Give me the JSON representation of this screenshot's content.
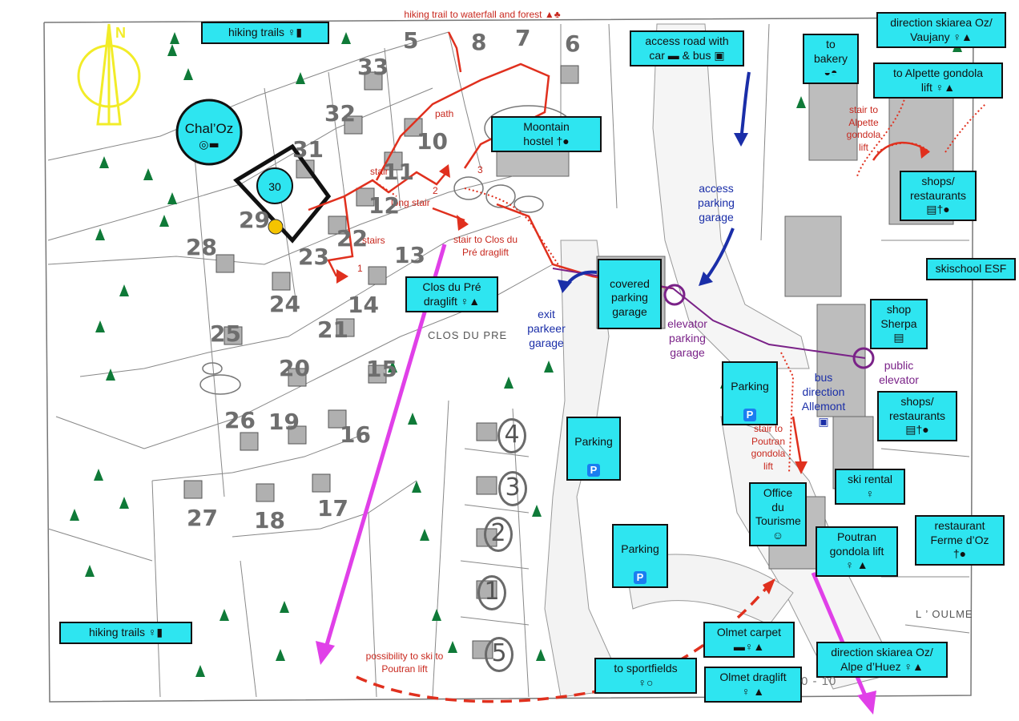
{
  "map": {
    "north": "N",
    "chalet": {
      "name": "Chal’Oz",
      "icons": "◎▬",
      "unit": "30"
    },
    "labels": {
      "hiking_trails_top": "hiking trails ♀▮",
      "hiking_trails_bottom": "hiking trails ♀▮",
      "access_road": "access road with\ncar ▬ & bus ▣",
      "to_bakery": "to\nbakery\n◒◓",
      "direction_oz_vaujany": "direction skiarea Oz/\nVaujany ♀▲",
      "to_alpette": "to Alpette gondola\nlift ♀▲",
      "moontain_hostel": "Moontain\nhostel †●",
      "shops_restaurants_top": "shops/\nrestaurants\n▤†●",
      "skischool": "skischool ESF",
      "clos_du_pre_draglift": "Clos du Pré\ndraglift ♀▲",
      "covered_parking": "covered\nparking\ngarage",
      "shop_sherpa": "shop\nSherpa\n▤",
      "parking_1": "Parking",
      "parking_2": "Parking",
      "parking_3": "Parking",
      "shops_restaurants_bottom": "shops/\nrestaurants\n▤†●",
      "ski_rental": "ski rental\n♀",
      "office_tourisme": "Office\ndu\nTourisme\n☺",
      "poutran": "Poutran\ngondola lift\n♀ ▲",
      "restaurant_ferme": "restaurant\nFerme d’Oz\n†●",
      "olmet_carpet": "Olmet carpet\n▬♀▲",
      "olmet_draglift": "Olmet draglift\n♀ ▲",
      "to_sportfields": "to sportfields\n♀○",
      "direction_oz_alpe": "direction skiarea Oz/\nAlpe d’Huez ♀▲"
    },
    "parking_symbol": "P",
    "annotations": {
      "hiking_waterfall": "hiking trail to waterfall and forest ▲♣",
      "path": "path",
      "stair": "stair",
      "long_stair": "long stair",
      "stairs": "stairs",
      "stair_clos_du_pre": "stair to Clos du\nPré draglift",
      "stair_alpette": "stair to\nAlpette\ngondola\nlift",
      "stair_poutran": "stair to\nPoutran\ngondola\nlift",
      "possibility_ski": "possibility to ski to\nPoutran lift",
      "access_parking_garage": "access\nparking\ngarage",
      "exit_parking": "exit\nparkeer\ngarage",
      "elevator_parking": "elevator\nparking\ngarage",
      "public_elevator": "public\nelevator",
      "bus_direction": "bus\ndirection\nAllemont\n▣",
      "num_1": "1",
      "num_2": "2",
      "num_3": "3"
    },
    "street_names": {
      "clos_du_pre": "CLOS DU PRE",
      "loulme": "L ’ OULME",
      "scale_text": "0 - 10"
    },
    "plots": [
      "5",
      "8",
      "7",
      "6",
      "33",
      "32",
      "31",
      "29",
      "28",
      "23",
      "24",
      "25",
      "21",
      "20",
      "15",
      "14",
      "13",
      "12",
      "11",
      "10",
      "26",
      "19",
      "16",
      "27",
      "18",
      "17",
      "22"
    ],
    "ovals": [
      "4",
      "3",
      "2",
      "1",
      "5"
    ],
    "colors": {
      "label_bg": "#2ee5f0",
      "red_path": "#e0301e",
      "blue_arrow": "#1a2ea8",
      "magenta_arrow": "#e040e8",
      "north": "#f2ec28"
    }
  }
}
